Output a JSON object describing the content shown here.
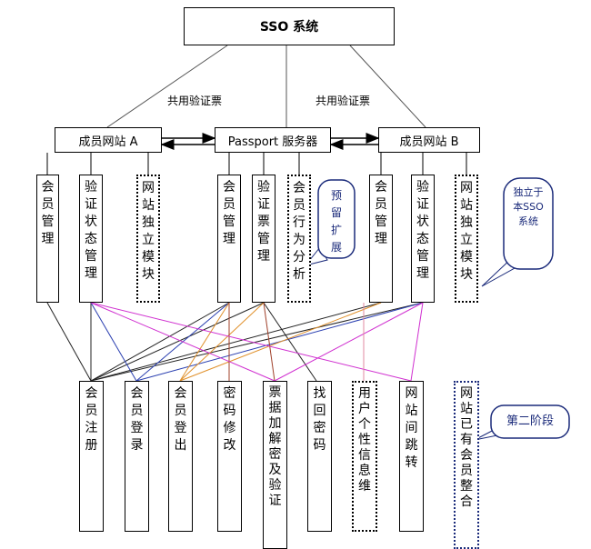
{
  "diagram": {
    "root": "SSO 系统",
    "edge_labels": {
      "left": "共用验证票",
      "right": "共用验证票"
    },
    "sites": {
      "a": "成员网站 A",
      "passport": "Passport 服务器",
      "b": "成员网站 B"
    },
    "modules": [
      "会员管理",
      "验证状态管理",
      "网站独立模块",
      "会员管理",
      "验证票管理",
      "会员行为分析",
      "会员管理",
      "验证状态管理",
      "网站独立模块"
    ],
    "functions": [
      "会员注册",
      "会员登录",
      "会员登出",
      "密码修改",
      "票据加解密及验证",
      "找回密码",
      "用户个性信息维",
      "网站间跳转",
      "网站已有会员整合"
    ],
    "notes": {
      "reserve": "预留扩展",
      "independent": "独立于本SSO系统",
      "phase2": "第二阶段"
    }
  }
}
